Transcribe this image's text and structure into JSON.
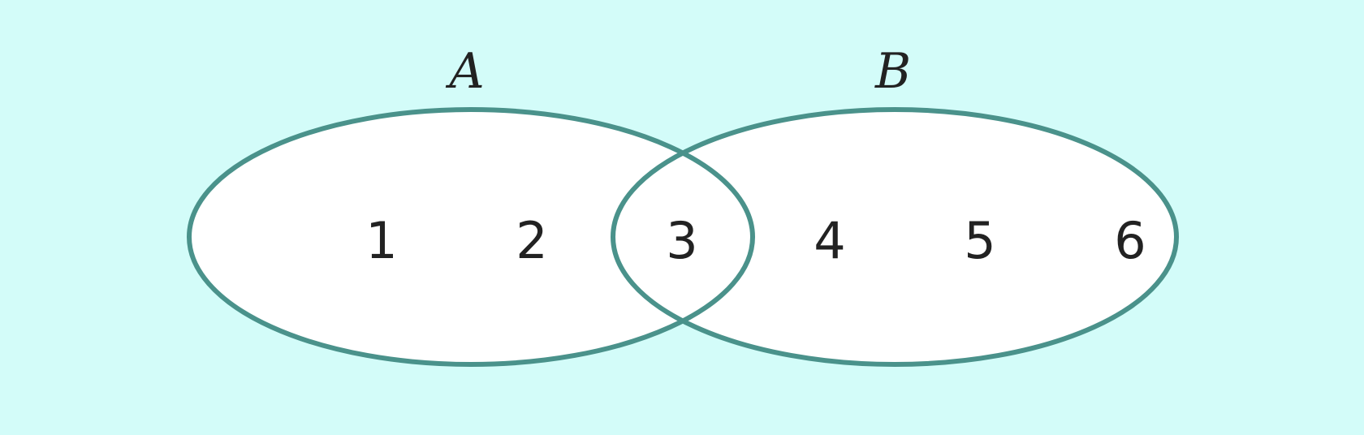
{
  "venn": {
    "set_a": {
      "label": "A",
      "elements": [
        "1",
        "2"
      ]
    },
    "set_b": {
      "label": "B",
      "elements": [
        "4",
        "5",
        "6"
      ]
    },
    "intersection": {
      "elements": [
        "3"
      ]
    }
  },
  "colors": {
    "background": "#d3fcf9",
    "ellipse_fill": "#ffffff",
    "ellipse_stroke": "#4a928b",
    "text": "#222222"
  }
}
